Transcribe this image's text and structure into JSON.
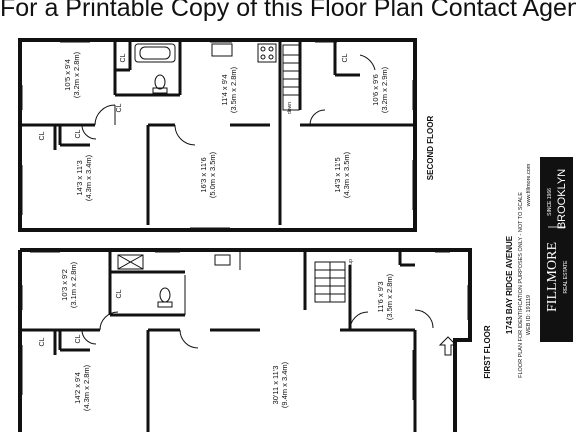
{
  "banner": "For a Printable Copy of this Floor Plan Contact Agent",
  "second_floor": {
    "label": "SECOND FLOOR",
    "rooms": [
      {
        "dim_ft": "10'5 x 9'4",
        "dim_m": "(3.2m x 2.8m)"
      },
      {
        "dim_ft": "11'4 x 9'4",
        "dim_m": "(3.5m x 2.8m)"
      },
      {
        "dim_ft": "10'6 x 9'6",
        "dim_m": "(3.2m x 2.9m)"
      },
      {
        "dim_ft": "14'3 x 11'3",
        "dim_m": "(4.3m x 3.4m)"
      },
      {
        "dim_ft": "16'3 x 11'6",
        "dim_m": "(5.0m x 3.5m)"
      },
      {
        "dim_ft": "14'3 x 11'5",
        "dim_m": "(4.3m x 3.5m)"
      }
    ],
    "closets": [
      "CL",
      "CL",
      "CL",
      "CL",
      "CL"
    ],
    "stair_label": "down"
  },
  "first_floor": {
    "label": "FIRST FLOOR",
    "rooms": [
      {
        "dim_ft": "10'3 x 9'2",
        "dim_m": "(3.1m x 2.8m)"
      },
      {
        "dim_ft": "11'6 x 9'3",
        "dim_m": "(3.5m x 2.8m)"
      },
      {
        "dim_ft": "14'2 x 9'4",
        "dim_m": "(4.3m x 2.8m)"
      },
      {
        "dim_ft": "30'11 x 11'3",
        "dim_m": "(9.4m x 3.4m)"
      }
    ],
    "closets": [
      "CL",
      "CL",
      "CL"
    ],
    "stair_label": "up"
  },
  "address": "1743 BAY RIDGE AVENUE",
  "disclaimer": "FLOOR PLAN FOR IDENTIFICATION PURPOSES ONLY - NOT TO SCALE",
  "web_id": "WEB ID: 191119",
  "brokerage": {
    "name": "FILLMORE",
    "sub": "REAL ESTATE",
    "since": "SINCE 1966",
    "borough": "BROOKLYN",
    "url": "www.fillmore.com"
  },
  "colors": {
    "wall": "#111111",
    "background": "#ffffff",
    "logo_bg": "#111111"
  }
}
